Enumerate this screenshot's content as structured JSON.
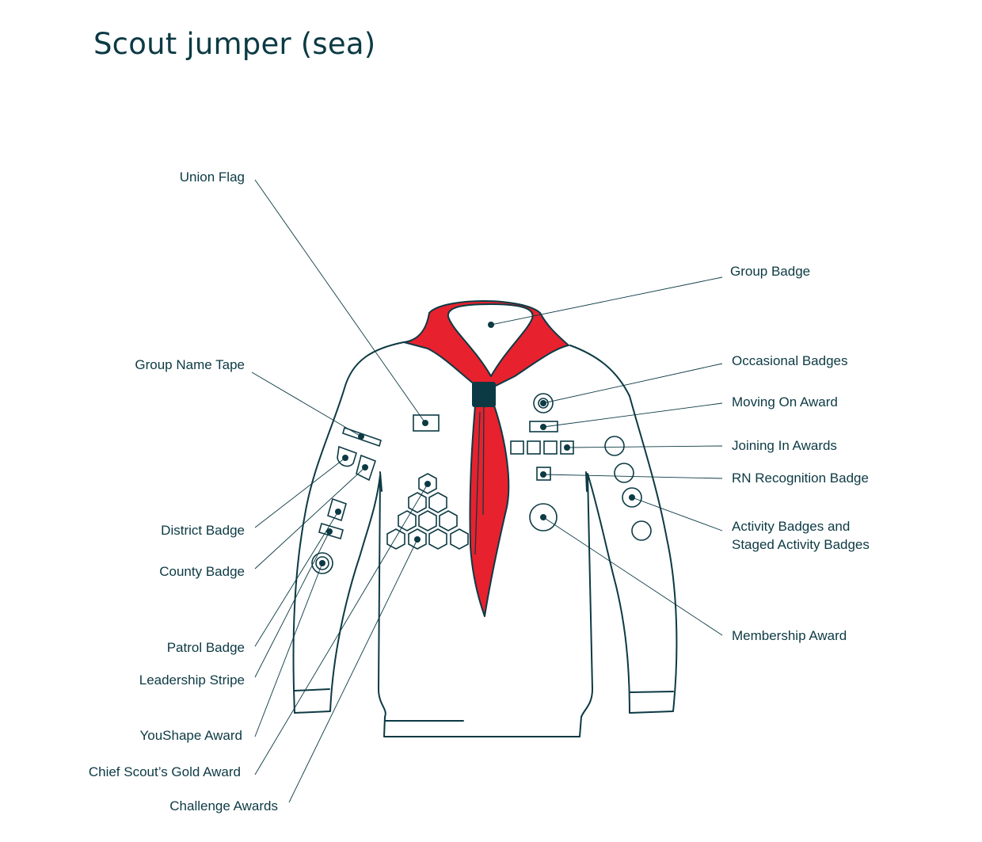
{
  "title": "Scout jumper (sea)",
  "colors": {
    "ink": "#0c3a44",
    "necker": "#e8212e",
    "woggle": "#0c3a44"
  },
  "labels": {
    "union_flag": "Union Flag",
    "group_badge": "Group Badge",
    "group_name_tape": "Group Name Tape",
    "occasional_badges": "Occasional Badges",
    "moving_on_award": "Moving On Award",
    "joining_in_awards": "Joining In Awards",
    "rn_recognition_badge": "RN Recognition Badge",
    "activity_badges_line1": "Activity Badges and",
    "activity_badges_line2": "Staged Activity Badges",
    "district_badge": "District Badge",
    "county_badge": "County Badge",
    "membership_award": "Membership Award",
    "patrol_badge": "Patrol Badge",
    "leadership_stripe": "Leadership Stripe",
    "youshape_award": "YouShape Award",
    "chief_scouts_gold_award": "Chief Scout’s Gold Award",
    "challenge_awards": "Challenge Awards"
  }
}
